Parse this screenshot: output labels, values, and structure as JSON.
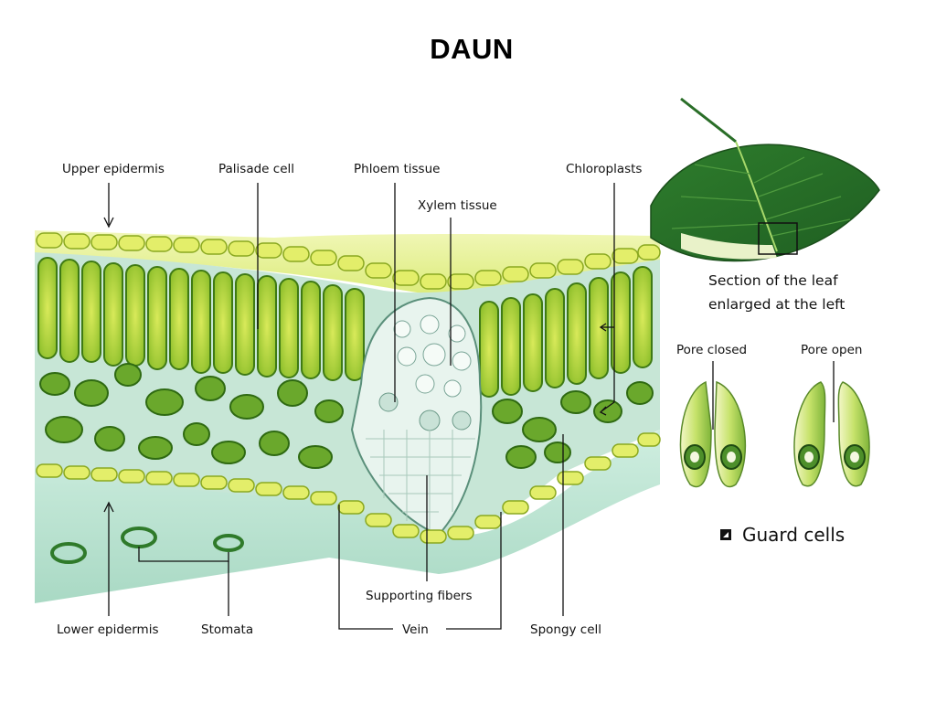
{
  "title": "DAUN",
  "labels": {
    "upper_epidermis": "Upper epidermis",
    "palisade_cell": "Palisade cell",
    "phloem_tissue": "Phloem tissue",
    "xylem_tissue": "Xylem tissue",
    "chloroplasts": "Chloroplasts",
    "lower_epidermis": "Lower epidermis",
    "stomata": "Stomata",
    "supporting_fibers": "Supporting fibers",
    "vein": "Vein",
    "spongy_cell": "Spongy cell",
    "leaf_section_line1": "Section of the leaf",
    "leaf_section_line2": "enlarged at the left",
    "pore_closed": "Pore closed",
    "pore_open": "Pore open",
    "guard_cells": "Guard cells"
  },
  "colors": {
    "epidermis": "#e3ee6a",
    "palisade": "#7fb52a",
    "palisade_dark": "#4e8a18",
    "spongy": "#6aa82c",
    "background_tissue": "#c7e6d6",
    "vein": "#e8f4ee",
    "leaf": "#2f7d2e"
  }
}
